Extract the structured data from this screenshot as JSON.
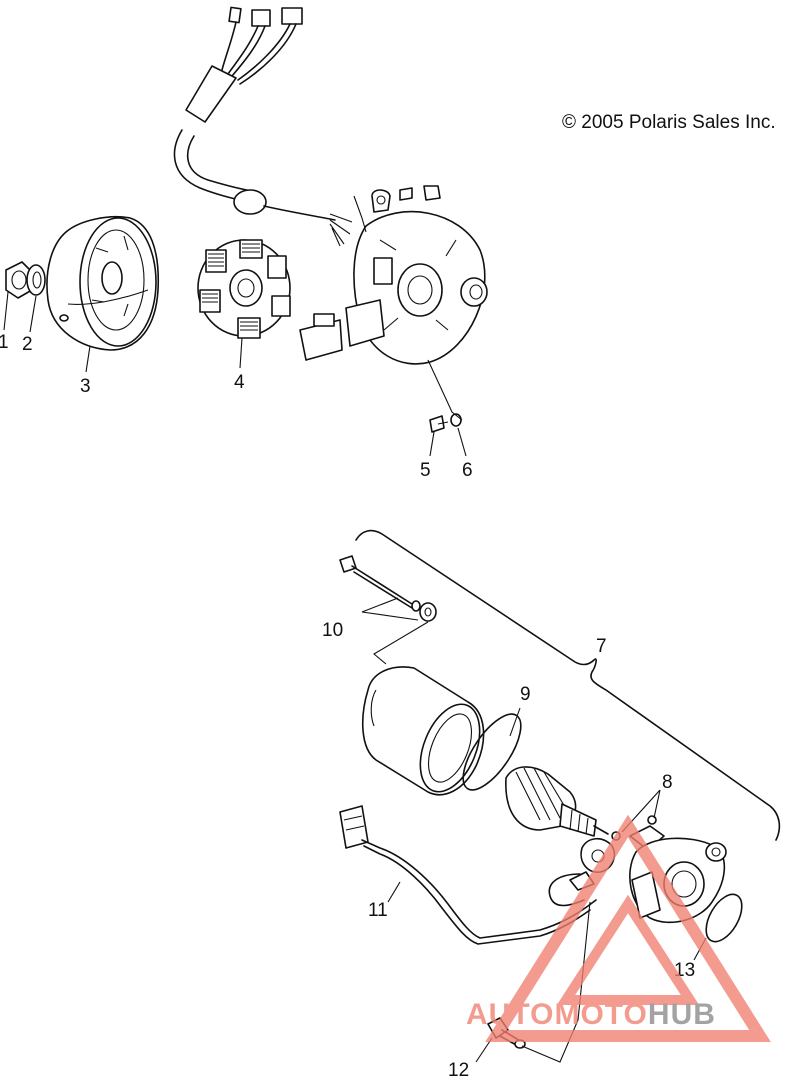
{
  "copyright": "© 2005 Polaris Sales Inc.",
  "callouts": [
    "1",
    "2",
    "3",
    "4",
    "5",
    "6",
    "7",
    "8",
    "9",
    "10",
    "11",
    "12",
    "13"
  ],
  "watermark": {
    "part1": "AUTOMOTO",
    "part2": "HUB",
    "color_primary": "#f08070",
    "color_secondary": "#8a8a8a",
    "color_accent": "#f2b24a"
  }
}
